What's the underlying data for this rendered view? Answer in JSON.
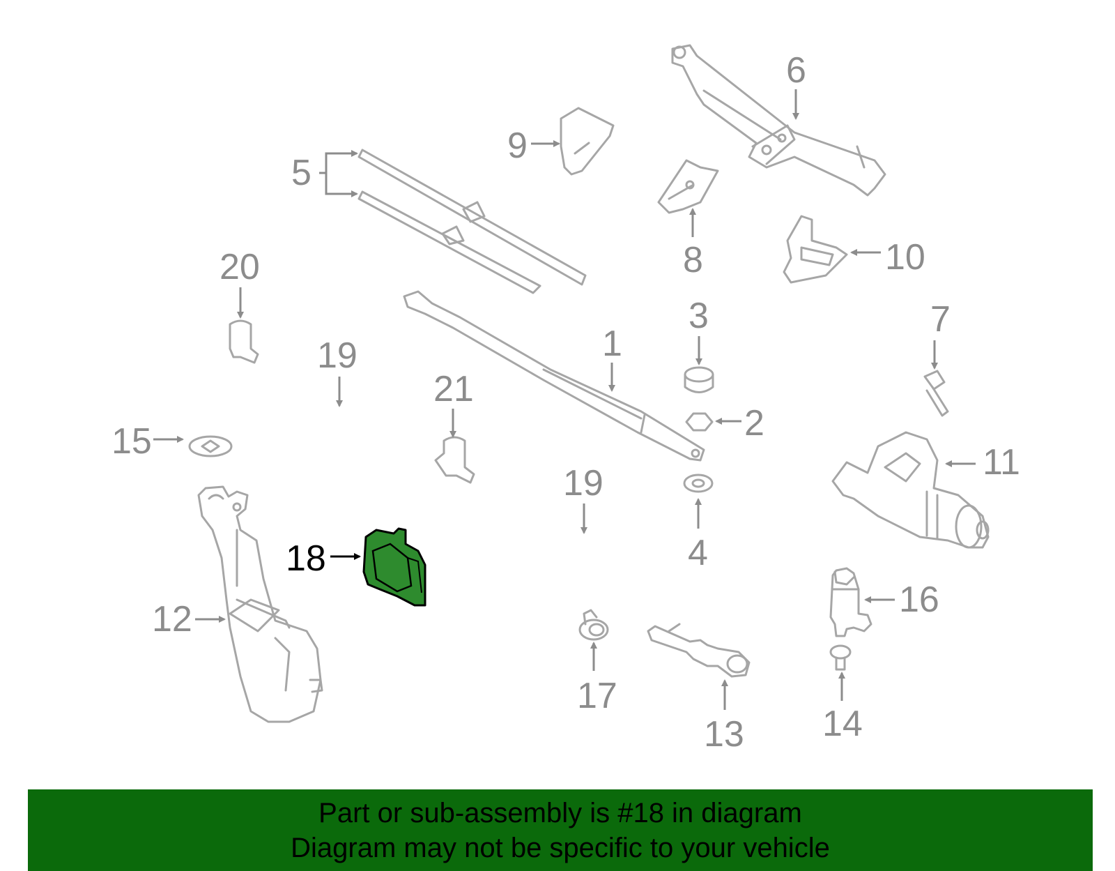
{
  "highlight_color": "#2e8b2e",
  "banner_color": "#0b6a0b",
  "callouts": [
    {
      "id": "1",
      "label": "1"
    },
    {
      "id": "2",
      "label": "2"
    },
    {
      "id": "3",
      "label": "3"
    },
    {
      "id": "4",
      "label": "4"
    },
    {
      "id": "5",
      "label": "5"
    },
    {
      "id": "6",
      "label": "6"
    },
    {
      "id": "7",
      "label": "7"
    },
    {
      "id": "8",
      "label": "8"
    },
    {
      "id": "9",
      "label": "9"
    },
    {
      "id": "10",
      "label": "10"
    },
    {
      "id": "11",
      "label": "11"
    },
    {
      "id": "12",
      "label": "12"
    },
    {
      "id": "13",
      "label": "13"
    },
    {
      "id": "14",
      "label": "14"
    },
    {
      "id": "15",
      "label": "15"
    },
    {
      "id": "16",
      "label": "16"
    },
    {
      "id": "17",
      "label": "17"
    },
    {
      "id": "18",
      "label": "18"
    },
    {
      "id": "19a",
      "label": "19"
    },
    {
      "id": "19b",
      "label": "19"
    },
    {
      "id": "20",
      "label": "20"
    },
    {
      "id": "21",
      "label": "21"
    }
  ],
  "highlighted_part": "18",
  "banner": {
    "line1": "Part or sub-assembly is #18 in diagram",
    "line2": "Diagram may not be specific to your vehicle"
  }
}
